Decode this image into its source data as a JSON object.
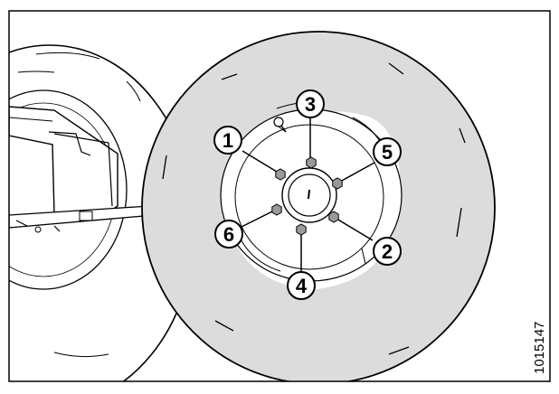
{
  "figure_id": "1015147",
  "colors": {
    "tire": "#dcdcdc",
    "rim": "#ffffff",
    "nut": "#9a9a9a",
    "line": "#000000"
  },
  "callouts": [
    {
      "number": "1",
      "part": "wheel-nut"
    },
    {
      "number": "2",
      "part": "wheel-nut"
    },
    {
      "number": "3",
      "part": "wheel-nut"
    },
    {
      "number": "4",
      "part": "wheel-nut"
    },
    {
      "number": "5",
      "part": "wheel-nut"
    },
    {
      "number": "6",
      "part": "wheel-nut"
    }
  ]
}
